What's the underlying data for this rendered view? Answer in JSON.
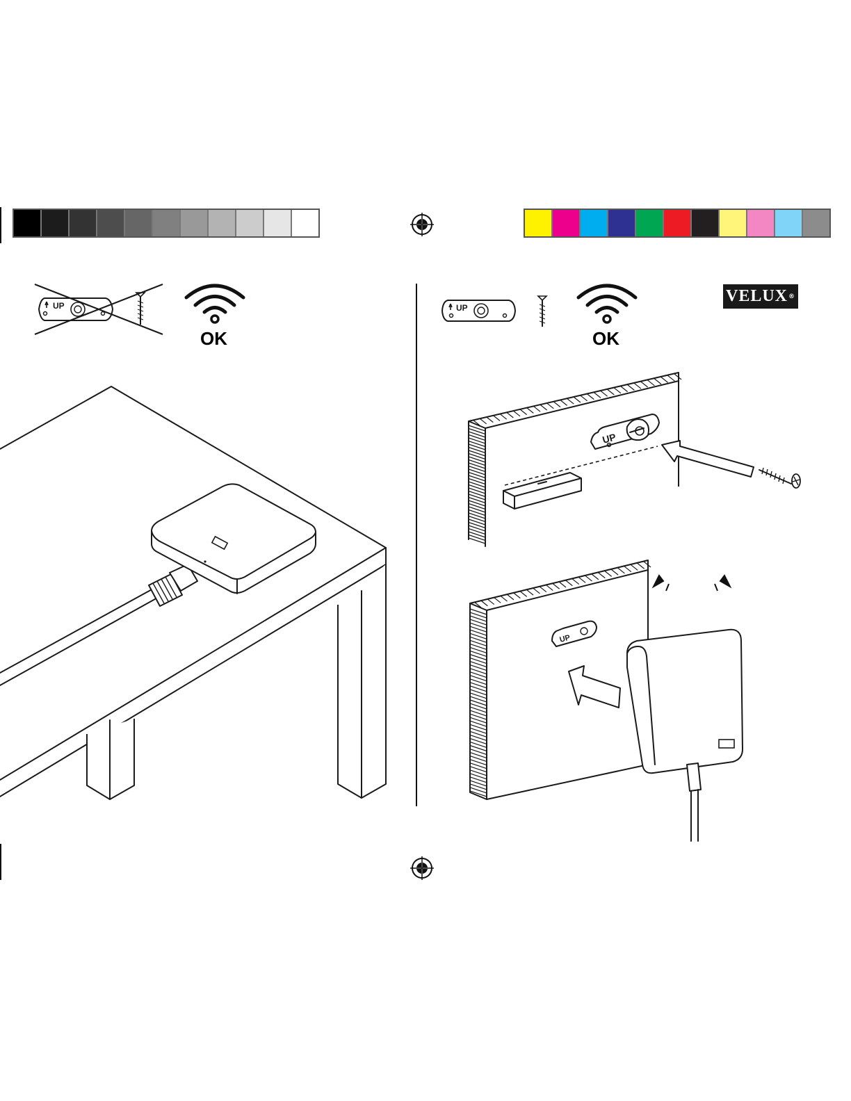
{
  "print_marks": {
    "grayscale": [
      "#000000",
      "#1c1c1c",
      "#333333",
      "#4d4d4d",
      "#666666",
      "#808080",
      "#999999",
      "#b3b3b3",
      "#cccccc",
      "#e6e6e6",
      "#ffffff"
    ],
    "process_colors": [
      "#fff200",
      "#ec008c",
      "#00aeef",
      "#2e3192",
      "#00a651",
      "#ed1c24",
      "#231f20",
      "#fff57a",
      "#f287c4",
      "#7fd4f7",
      "#8c8c8c"
    ]
  },
  "brand": {
    "logo_text": "VELUX",
    "registered_mark": "®"
  },
  "panels": {
    "left": {
      "status_label": "OK",
      "bracket_text": "UP",
      "wall_mount_crossed": true
    },
    "right": {
      "status_label": "OK",
      "bracket_text": "UP"
    }
  },
  "icons": [
    "registration-mark-icon",
    "wall-bracket-icon",
    "screw-icon",
    "wifi-signal-icon",
    "arrow-icon"
  ]
}
